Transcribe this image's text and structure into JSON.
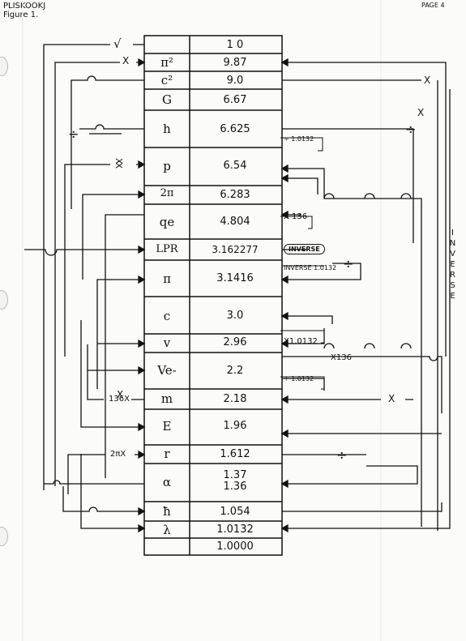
{
  "header": {
    "left_line1": "PLISKOOKJ",
    "left_line2": "Figure 1.",
    "right": "PAGE 4"
  },
  "table": {
    "rows": [
      {
        "symbol": "",
        "value": "1 0"
      },
      {
        "symbol": "π²",
        "value": "9.87"
      },
      {
        "symbol": "c²",
        "value": "9.0"
      },
      {
        "symbol": "G",
        "value": "6.67"
      },
      {
        "symbol": "h",
        "value": "6.625"
      },
      {
        "symbol": "p",
        "value": "6.54"
      },
      {
        "symbol": "2π",
        "value": "6.283"
      },
      {
        "symbol": "qe",
        "value": "4.804"
      },
      {
        "symbol": "LPR",
        "value": "3.162277"
      },
      {
        "symbol": "π",
        "value": "3.1416"
      },
      {
        "symbol": "c",
        "value": "3.0"
      },
      {
        "symbol": "v",
        "value": "2.96"
      },
      {
        "symbol": "Ve-",
        "value": "2.2"
      },
      {
        "symbol": "m",
        "value": "2.18"
      },
      {
        "symbol": "E",
        "value": "1.96"
      },
      {
        "symbol": "r",
        "value": "1.612"
      },
      {
        "symbol": "α",
        "value": "1.37\n1.36"
      },
      {
        "symbol": "ħ",
        "value": "1.054"
      },
      {
        "symbol": "λ",
        "value": "1.0132"
      },
      {
        "symbol": "",
        "value": "1.0000"
      }
    ]
  },
  "annotations": {
    "sqrt": "√",
    "times_pi2": "X",
    "divide_h": "÷",
    "xx": "XX",
    "div_1_0132_h": "÷ 1.0132",
    "x136_qe": "X 136",
    "inverse_oval": "INVERSE",
    "inverse_1_0132": "INVERSE 1.0132",
    "div_pi": "÷",
    "x1_0132_v": "X1.0132",
    "x136_v": "X136",
    "div_1_0132_ve": "÷ 1.0132",
    "x_m_left": "X",
    "m_136x": "136X",
    "x_m_right": "X",
    "two_pi_x": "2πX",
    "div_r": "÷",
    "x_c2": "X",
    "x_h_right": "X",
    "div_h_right": "÷",
    "inverse_vertical": "INVERSE"
  }
}
